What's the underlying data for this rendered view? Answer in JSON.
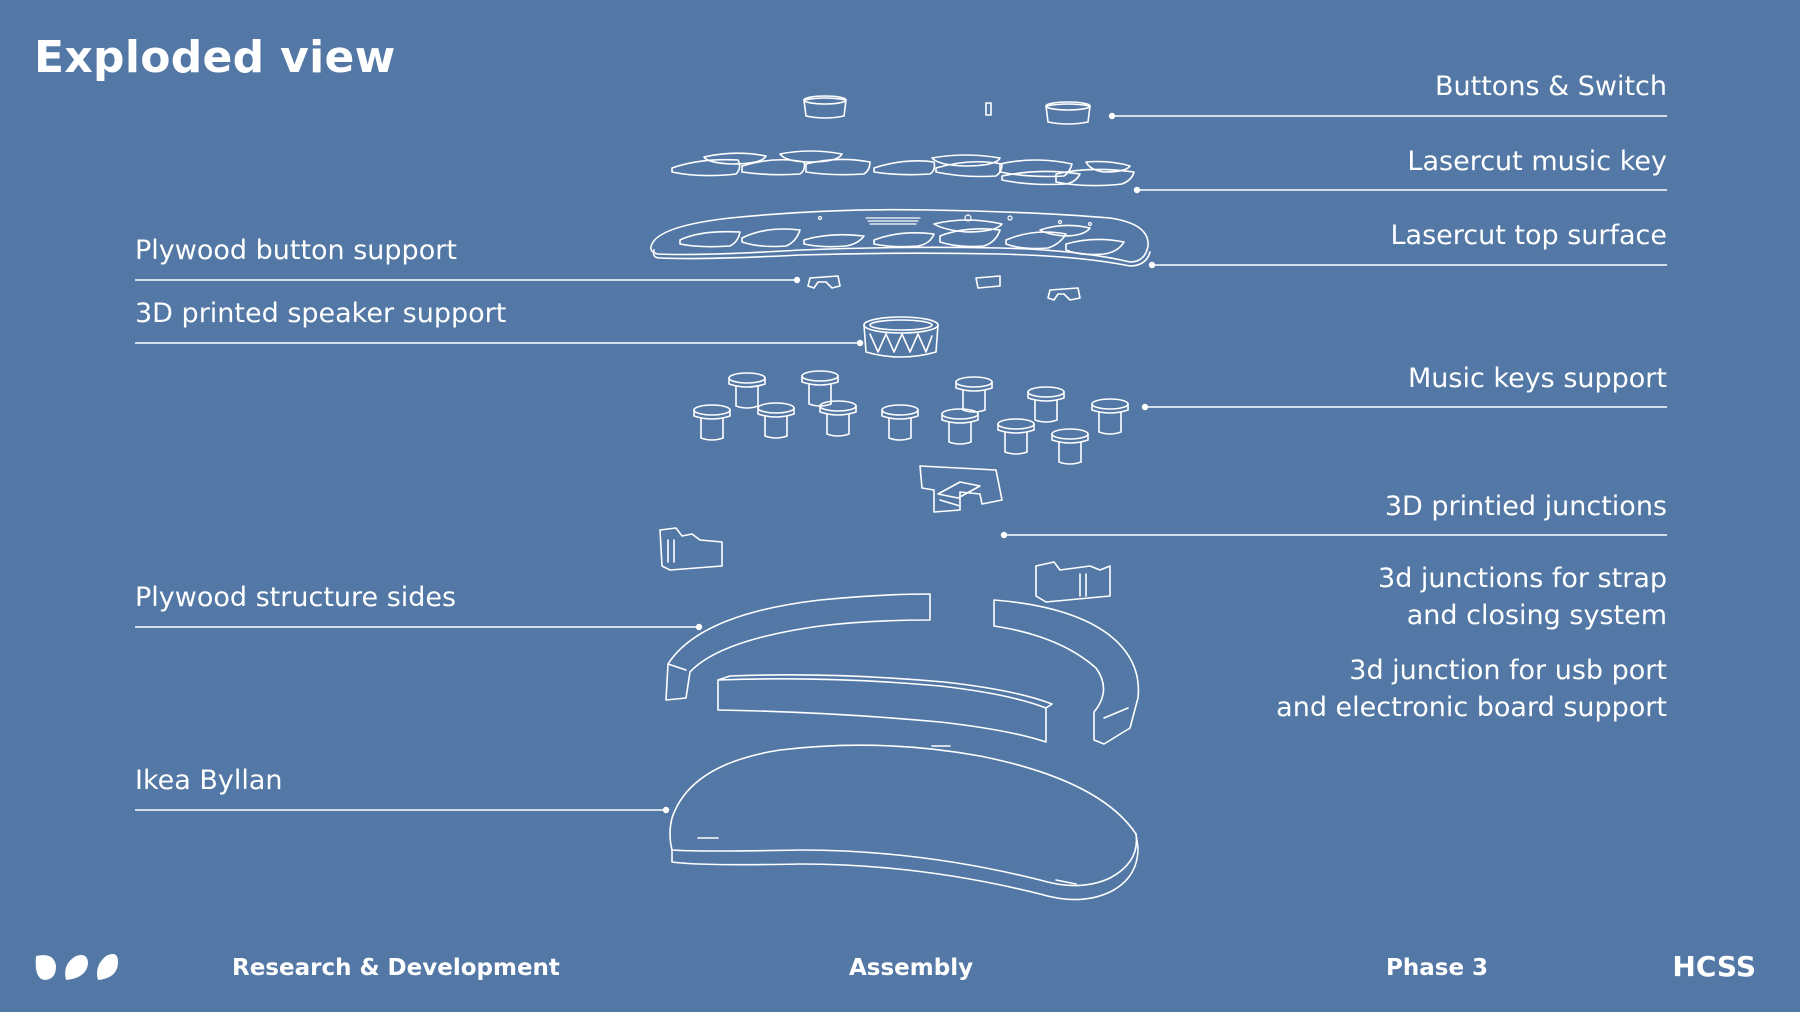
{
  "slide": {
    "title": "Exploded view"
  },
  "labels": {
    "buttons_switch": "Buttons & Switch",
    "lasercut_key": "Lasercut music key",
    "lasercut_top": "Lasercut top surface",
    "plywood_button_support": "Plywood button support",
    "speaker_support": "3D printed speaker support",
    "music_keys_support": "Music keys support",
    "printed_junctions": "3D printied junctions",
    "strap_junctions_1": "3d junctions for strap",
    "strap_junctions_2": "and closing system",
    "usb_junction_1": "3d junction for usb port",
    "usb_junction_2": "and electronic board support",
    "structure_sides": "Plywood structure sides",
    "ikea_byllan": "Ikea Byllan"
  },
  "footer": {
    "section": "Research & Development",
    "topic": "Assembly",
    "phase": "Phase 3",
    "brand": "HCSS",
    "logo_icon": "three-petal-logo-icon"
  },
  "colors": {
    "background": "#5378a6",
    "line": "#ffffff"
  }
}
